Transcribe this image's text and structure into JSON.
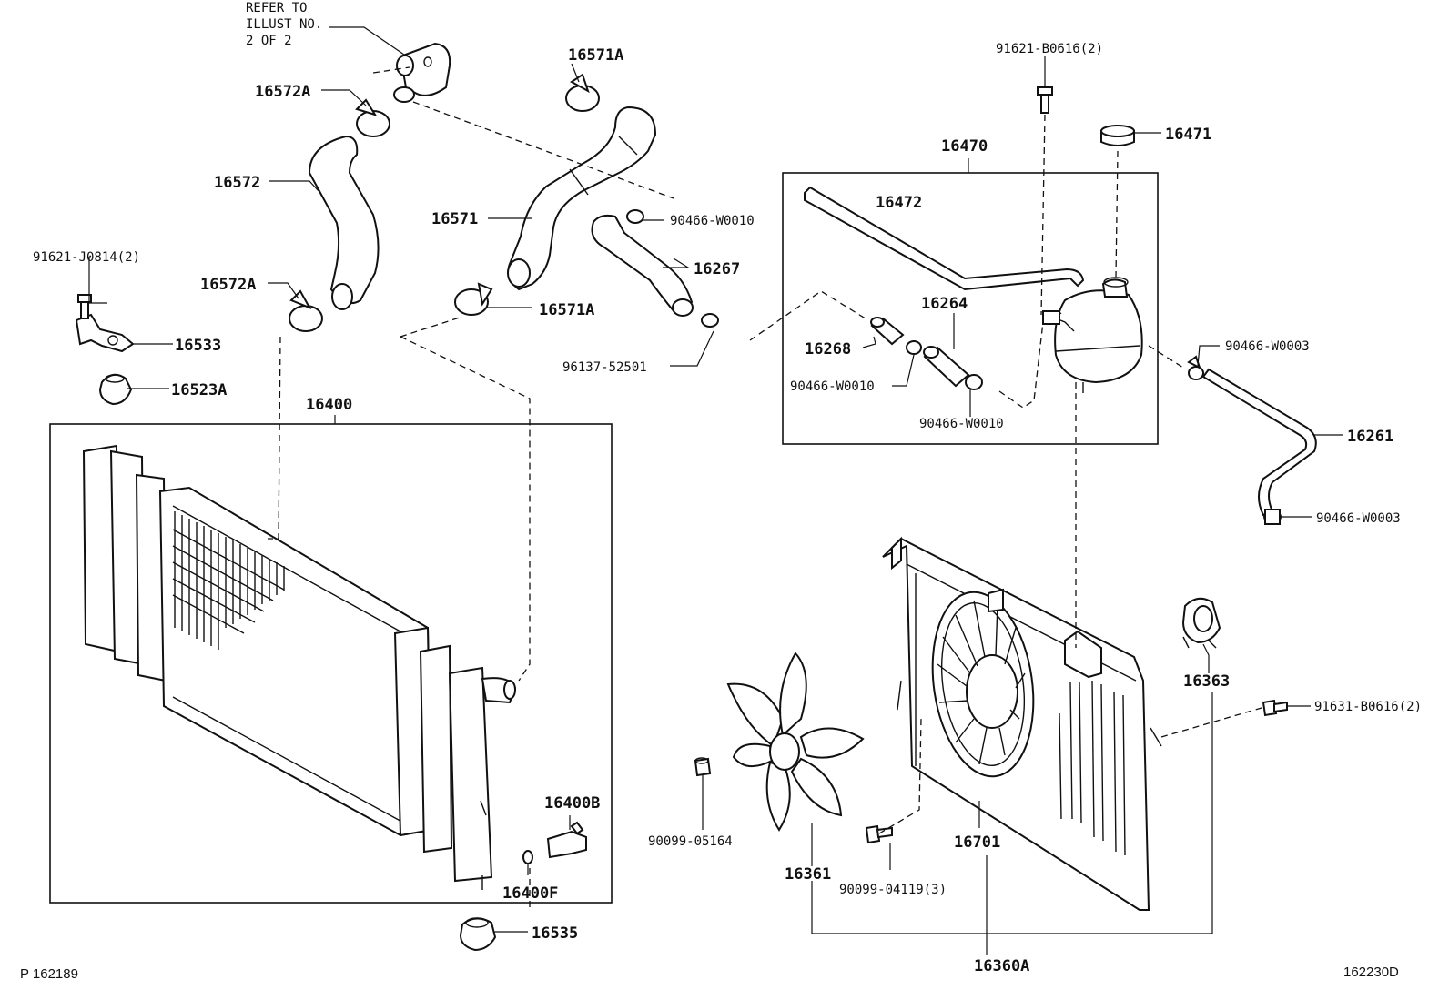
{
  "diagram": {
    "reference_note": [
      "REFER TO",
      "ILLUST NO.",
      "2 OF 2"
    ],
    "part_labels": [
      "16571A",
      "16572A",
      "16572",
      "16571",
      "90466-W0010",
      "16267",
      "91621-J0814(2)",
      "16572A",
      "16571A",
      "16533",
      "96137-52501",
      "16523A",
      "16400",
      "91621-B0616(2)",
      "16470",
      "16471",
      "16472",
      "16264",
      "16268",
      "90466-W0010",
      "90466-W0010",
      "90466-W0003",
      "16261",
      "90466-W0003",
      "16363",
      "91631-B0616(2)",
      "16400B",
      "16400F",
      "16535",
      "90099-05164",
      "16361",
      "90099-04119(3)",
      "16701",
      "16360A"
    ],
    "footer_left": "P 162189",
    "footer_right": "162230D"
  }
}
